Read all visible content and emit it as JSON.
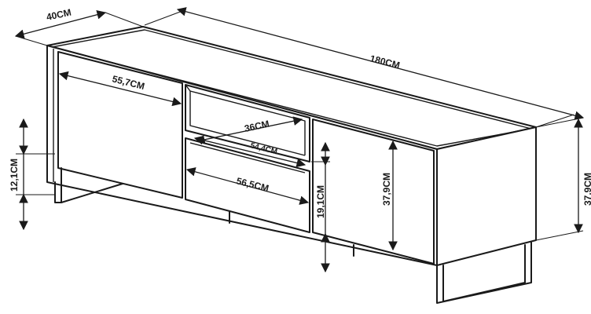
{
  "dimensions": {
    "depth": "40CM",
    "width": "180CM",
    "height_right": "37,9CM",
    "height_inner": "37,9CM",
    "leg_height": "12,1CM",
    "door_width": "55,7CM",
    "shelf_depth": "36CM",
    "shelf_width": "54,4CM",
    "drawer_width": "56,5CM",
    "drawer_height": "19,1CM"
  }
}
